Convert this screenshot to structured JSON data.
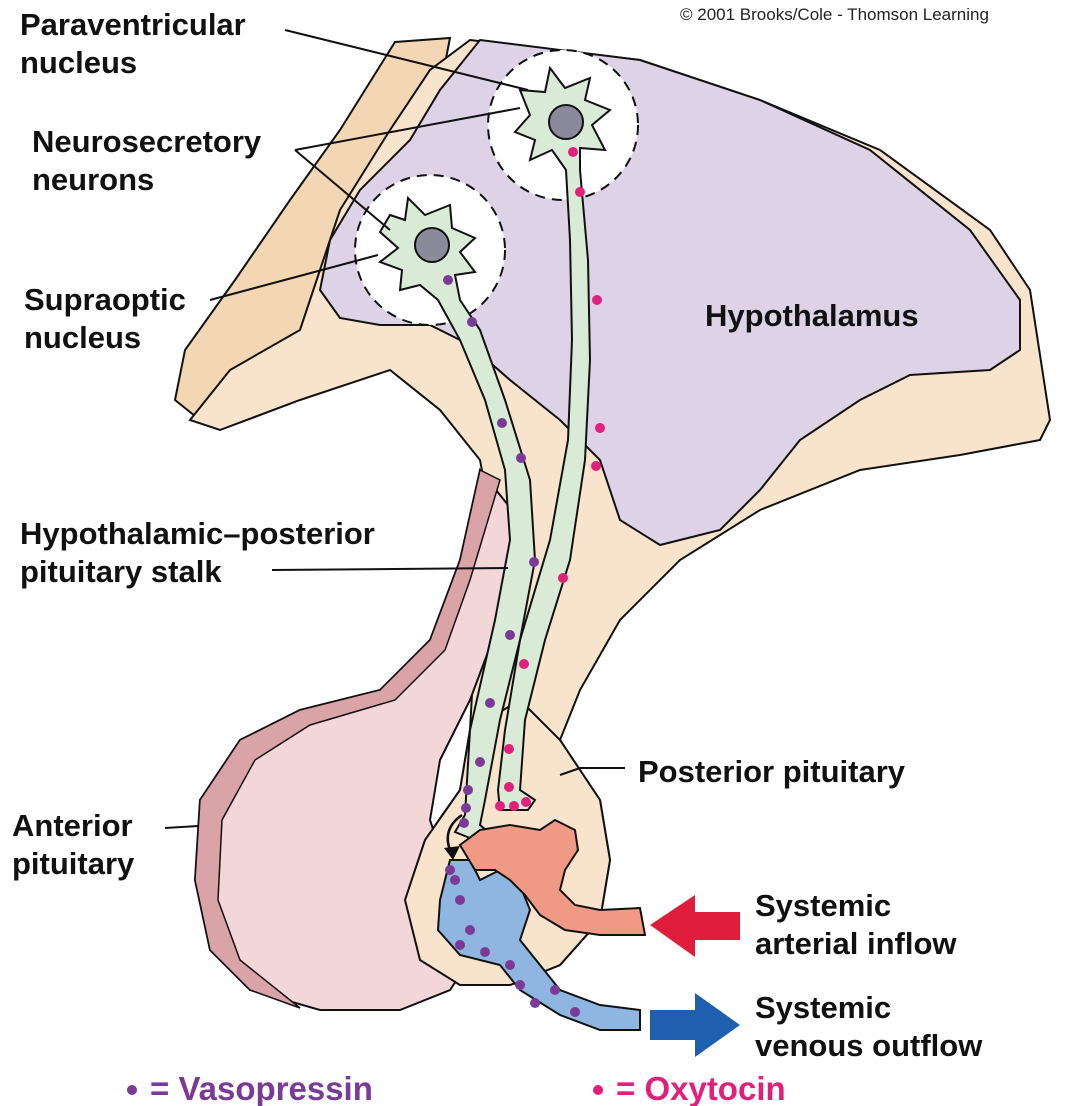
{
  "copyright": "© 2001 Brooks/Cole - Thomson Learning",
  "labels": {
    "paraventricular": [
      "Paraventricular",
      "nucleus"
    ],
    "neurosecretory": [
      "Neurosecretory",
      "neurons"
    ],
    "supraoptic": [
      "Supraoptic",
      "nucleus"
    ],
    "hypothalamus": "Hypothalamus",
    "stalk": [
      "Hypothalamic–posterior",
      "pituitary stalk"
    ],
    "posterior_pituitary": "Posterior pituitary",
    "anterior_pituitary": [
      "Anterior",
      "pituitary"
    ],
    "arterial": [
      "Systemic",
      "arterial inflow"
    ],
    "venous": [
      "Systemic",
      "venous outflow"
    ]
  },
  "legend": {
    "vasopressin": {
      "text": "= Vasopressin",
      "color": "#7a3a96"
    },
    "oxytocin": {
      "text": "= Oxytocin",
      "color": "#e0207a"
    }
  },
  "colors": {
    "hypothalamus": "#ddd2e6",
    "tissue": "#f6dfc4",
    "anterior": "#f2d6d8",
    "anterior_edge": "#d9a3a8",
    "neuron": "#d9ead6",
    "artery": "#f09a85",
    "vein": "#8fb6e0",
    "arrow_red": "#e01e3c",
    "arrow_blue": "#1f5fb0"
  }
}
